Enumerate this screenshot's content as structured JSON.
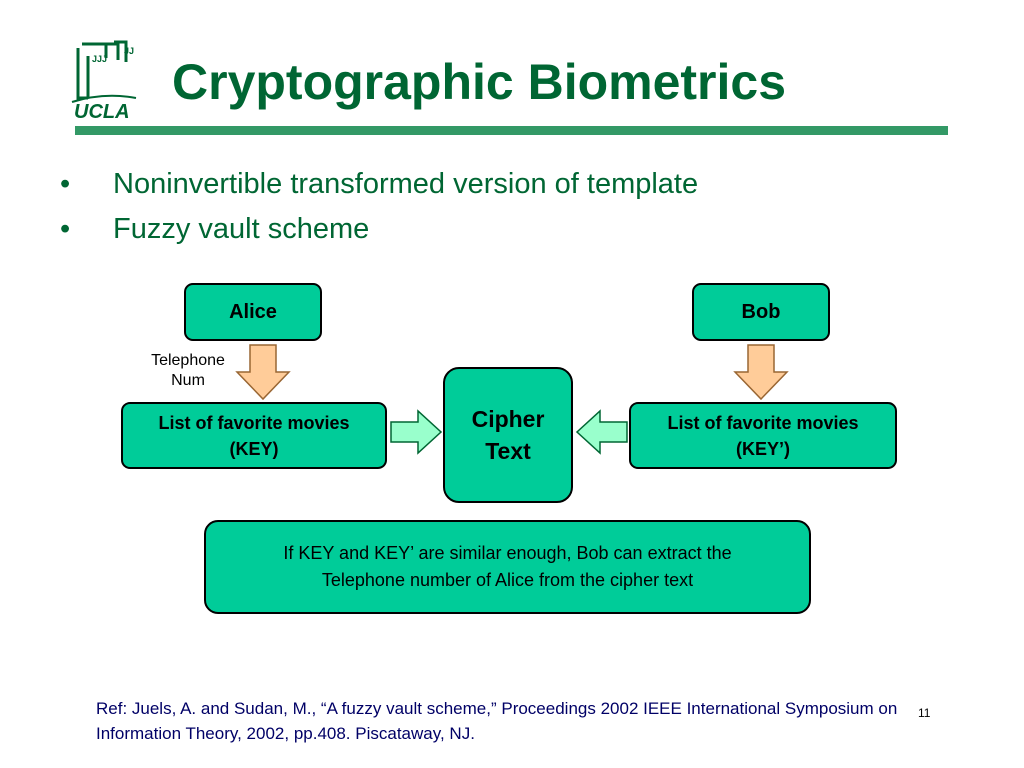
{
  "slide": {
    "title": "Cryptographic Biometrics",
    "logo_text": "UCLA",
    "bullets": [
      "Noninvertible transformed version of template",
      "Fuzzy vault scheme"
    ],
    "bullet_glyph": "•",
    "page_number": "11",
    "reference": "Ref: Juels, A. and Sudan, M., “A fuzzy vault scheme,” Proceedings 2002 IEEE International Symposium on Information Theory, 2002, pp.408. Piscataway, NJ."
  },
  "diagram": {
    "alice": "Alice",
    "bob": "Bob",
    "telephone_label": [
      "Telephone",
      "Num"
    ],
    "alice_list": [
      "List of favorite movies",
      "(KEY)"
    ],
    "bob_list": [
      "List of favorite movies",
      "(KEY’)"
    ],
    "cipher": [
      "Cipher",
      "Text"
    ],
    "note": [
      "If KEY and KEY’ are similar enough, Bob can extract the",
      "Telephone number of Alice from the cipher text"
    ]
  },
  "colors": {
    "title": "#006633",
    "rule": "#339966",
    "box_fill": "#00cc99",
    "down_arrow_fill": "#ffcc99",
    "side_arrow_fill": "#99ffcc",
    "reference_text": "#000066"
  }
}
